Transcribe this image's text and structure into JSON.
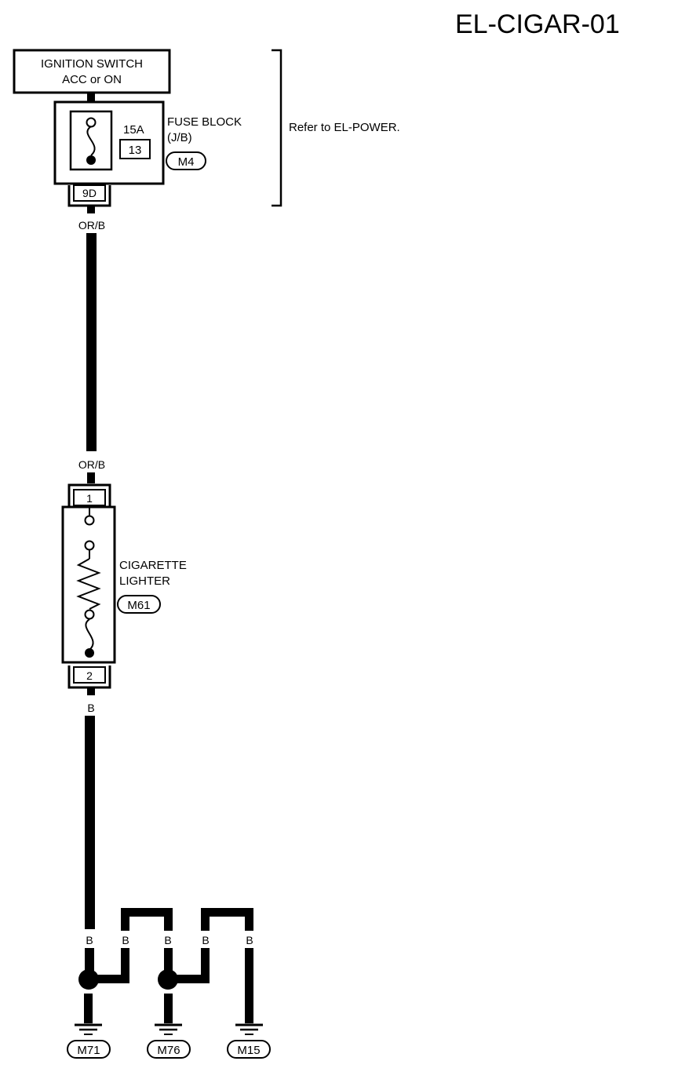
{
  "diagram": {
    "title": "EL-CIGAR-01",
    "power_source": {
      "line1": "IGNITION SWITCH",
      "line2": "ACC or ON"
    },
    "fuse_block": {
      "name": "FUSE BLOCK",
      "sub": "(J/B)",
      "connector": "M4",
      "fuse_rating": "15A",
      "fuse_number": "13",
      "terminal": "9D"
    },
    "reference_note": "Refer to EL-POWER.",
    "wire_top": {
      "upper_label": "OR/B",
      "lower_label": "OR/B"
    },
    "lighter": {
      "name_line1": "CIGARETTE",
      "name_line2": "LIGHTER",
      "connector": "M61",
      "terminal_in": "1",
      "terminal_out": "2"
    },
    "wire_bottom": {
      "label": "B"
    },
    "ground_wire_labels": [
      "B",
      "B",
      "B",
      "B",
      "B"
    ],
    "grounds": [
      "M71",
      "M76",
      "M15"
    ]
  }
}
